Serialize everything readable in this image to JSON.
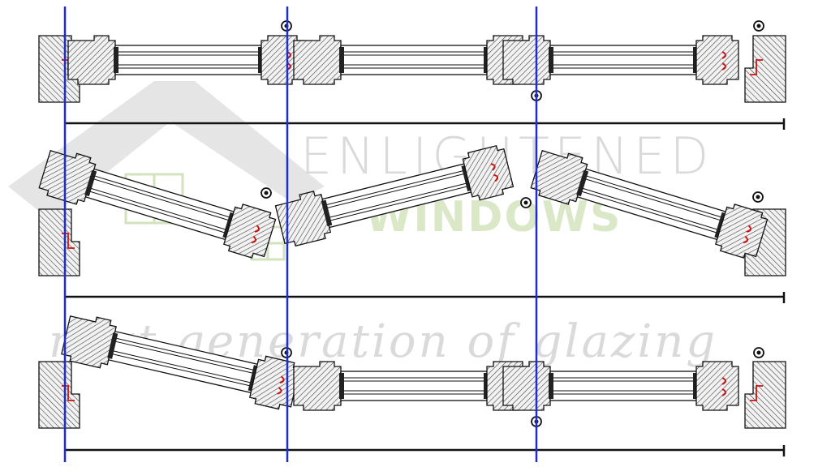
{
  "watermark": {
    "brand": "ENLIGHTENED",
    "sub": "WINDOWS",
    "tagline": "next generation of glazing"
  },
  "colors": {
    "wood_fill": "#f2f2f2",
    "hatch": "#444444",
    "outline": "#111111",
    "glass": "#ffffff",
    "seal": "#cc1111",
    "guide_line": "#1f2bd6",
    "baseline": "#111111",
    "watermark_house": "#d9d9d9",
    "watermark_text": "#d6d6d6",
    "watermark_green": "#d8e6c2"
  },
  "icons": [
    "hinge-pivot-icon",
    "house-logo-icon",
    "window-pane-logo-icon"
  ],
  "rows": [
    {
      "state": "closed"
    },
    {
      "state": "bi-fold-open"
    },
    {
      "state": "first-panel-open"
    }
  ]
}
